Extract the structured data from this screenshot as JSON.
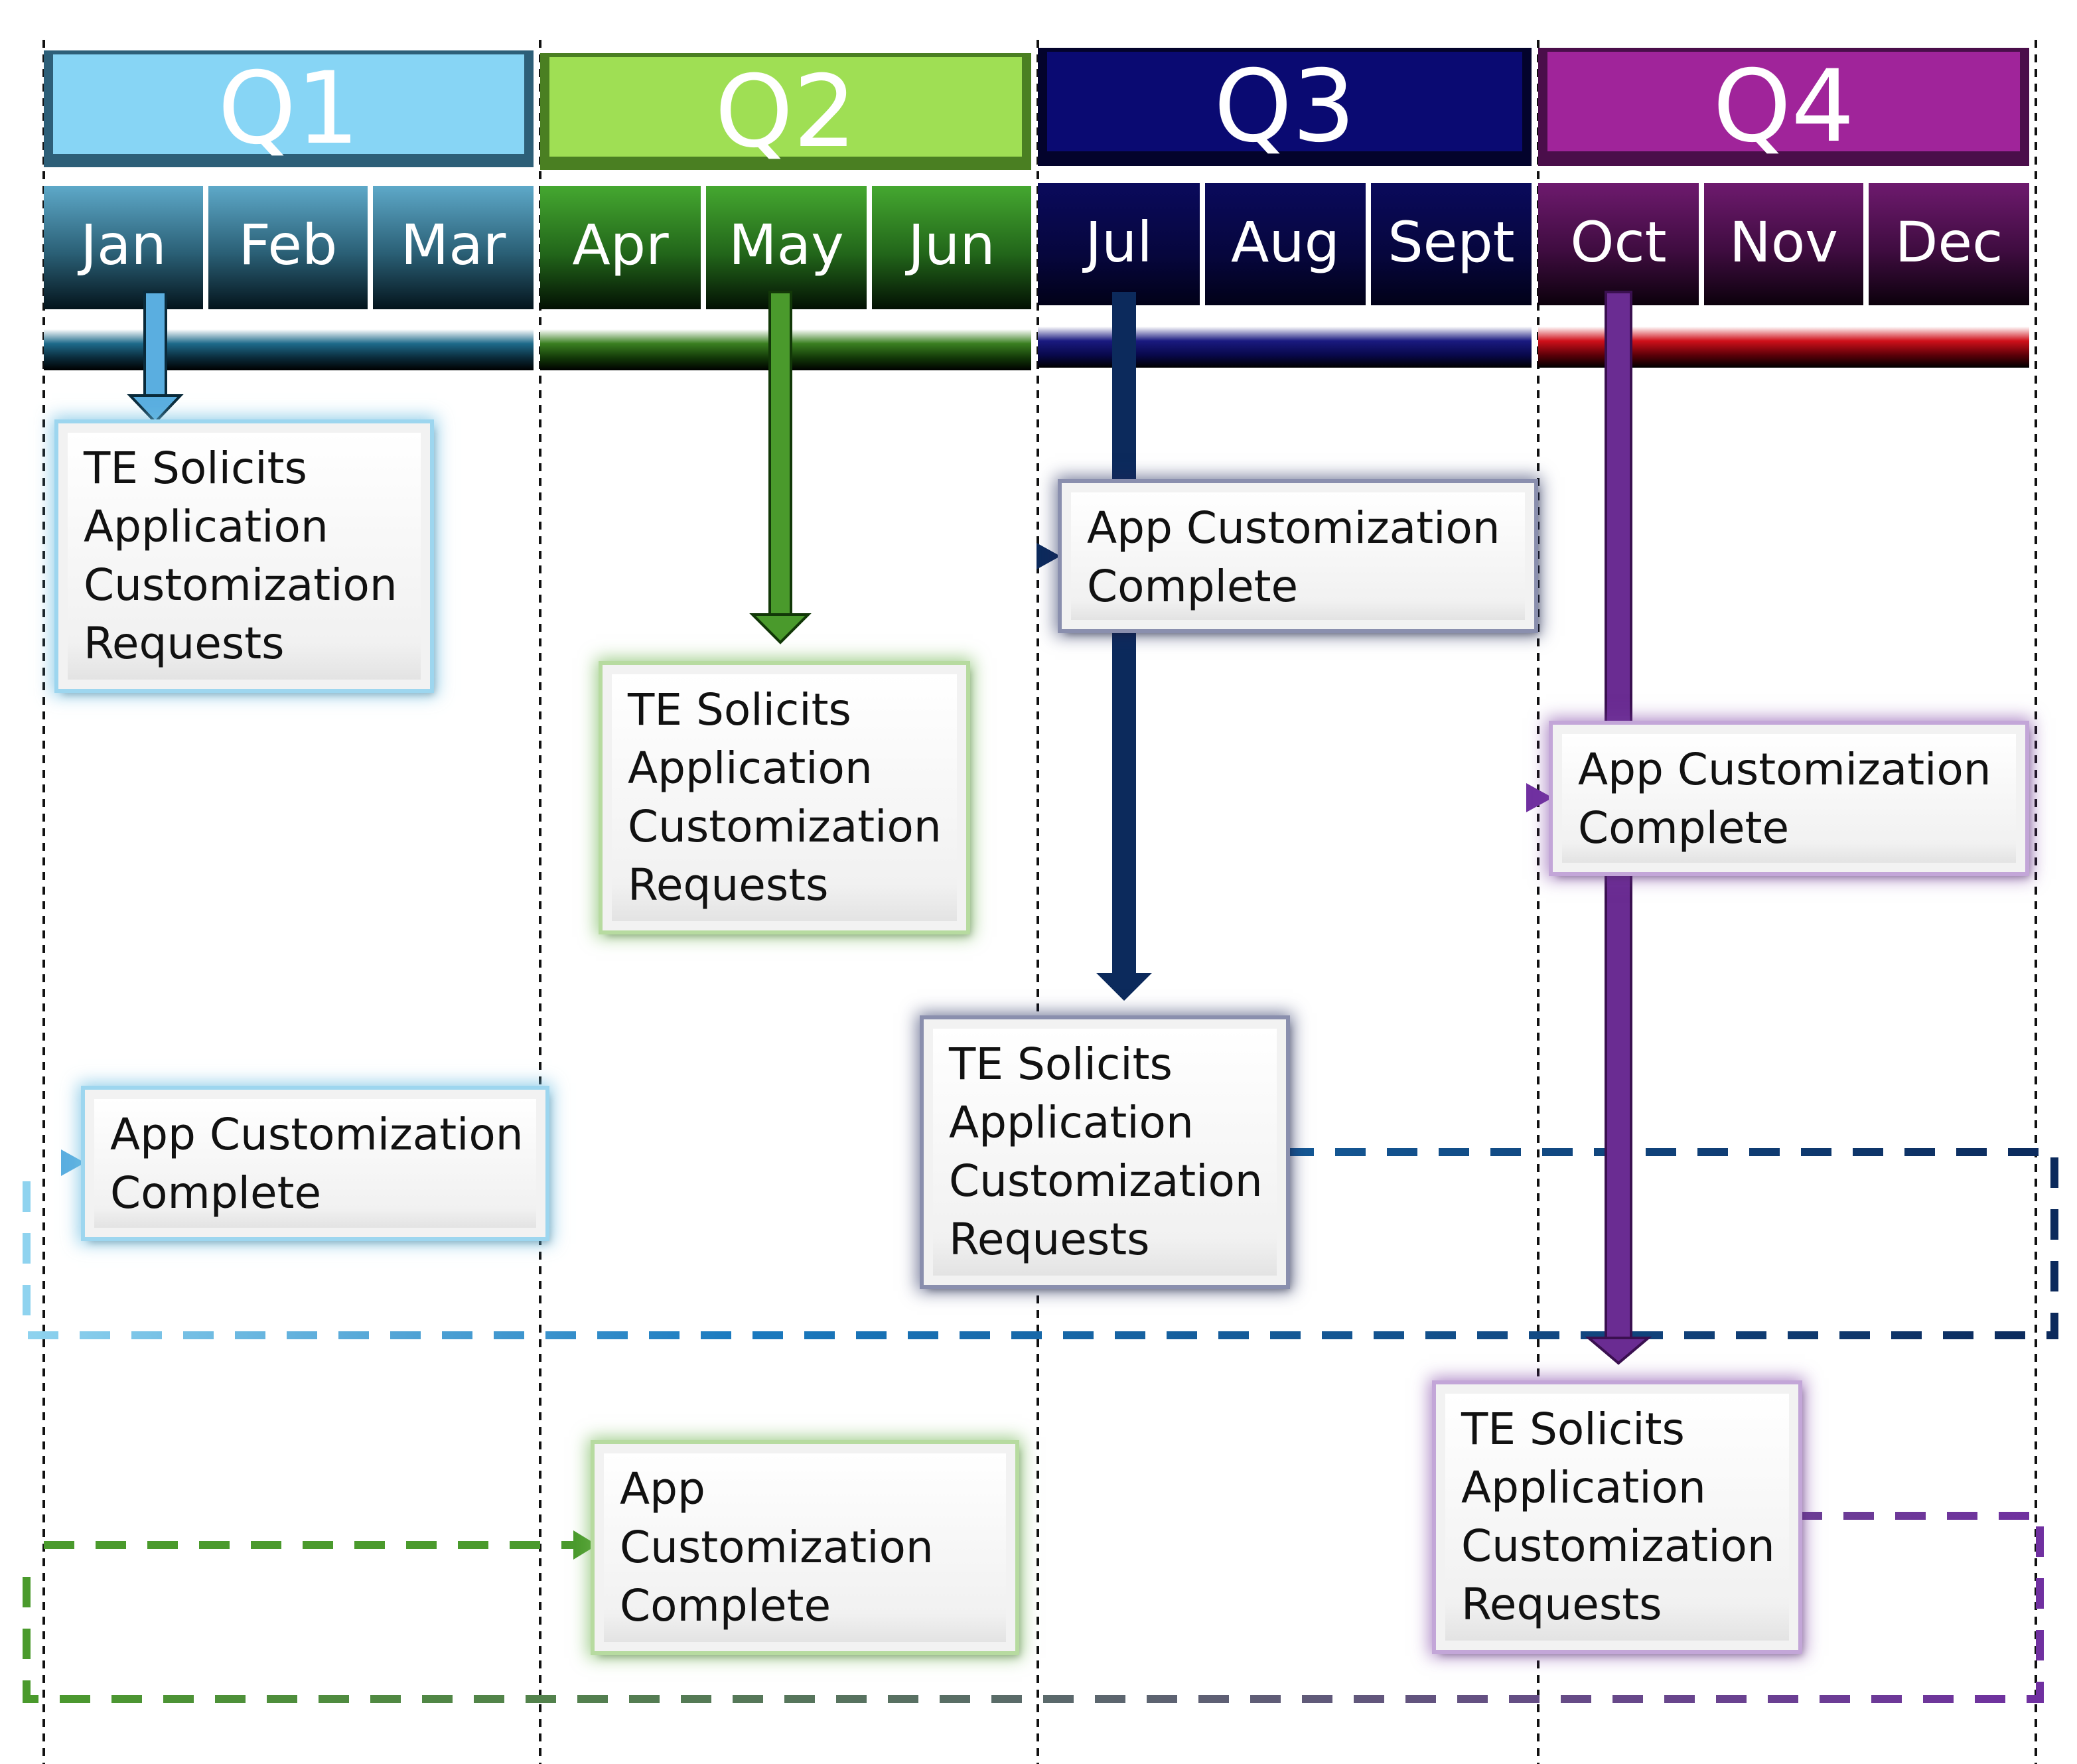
{
  "quarters": [
    {
      "label": "Q1",
      "color": "#87d5f5",
      "dark": "#4a8fb0"
    },
    {
      "label": "Q2",
      "color": "#9fdf54",
      "dark": "#4f9a22"
    },
    {
      "label": "Q3",
      "color": "#0a0a72",
      "dark": "#05053f"
    },
    {
      "label": "Q4",
      "color": "#a0249a",
      "dark": "#5a1060"
    }
  ],
  "months": [
    "Jan",
    "Feb",
    "Mar",
    "Apr",
    "May",
    "Jun",
    "Jul",
    "Aug",
    "Sept",
    "Oct",
    "Nov",
    "Dec"
  ],
  "solicit_boxes": [
    {
      "lines": [
        "TE Solicits",
        "Application",
        "Customization",
        "Requests"
      ]
    },
    {
      "lines": [
        "TE Solicits",
        "Application",
        "Customization",
        "Requests"
      ]
    },
    {
      "lines": [
        "TE Solicits",
        "Application",
        "Customization",
        "Requests"
      ]
    },
    {
      "lines": [
        "TE Solicits",
        "Application",
        "Customization",
        "Requests"
      ]
    }
  ],
  "complete_boxes": [
    {
      "lines": [
        "App Customization",
        "Complete"
      ]
    },
    {
      "lines": [
        "App Customization",
        "Complete"
      ]
    },
    {
      "lines": [
        "App Customization",
        "Complete"
      ]
    },
    {
      "lines": [
        "App",
        "Customization",
        "Complete"
      ]
    }
  ],
  "arrow_colors": {
    "q1": "#5aaee0",
    "q2": "#4a9a2c",
    "q3": "#0c2a5c",
    "q4": "#6a2c92"
  }
}
